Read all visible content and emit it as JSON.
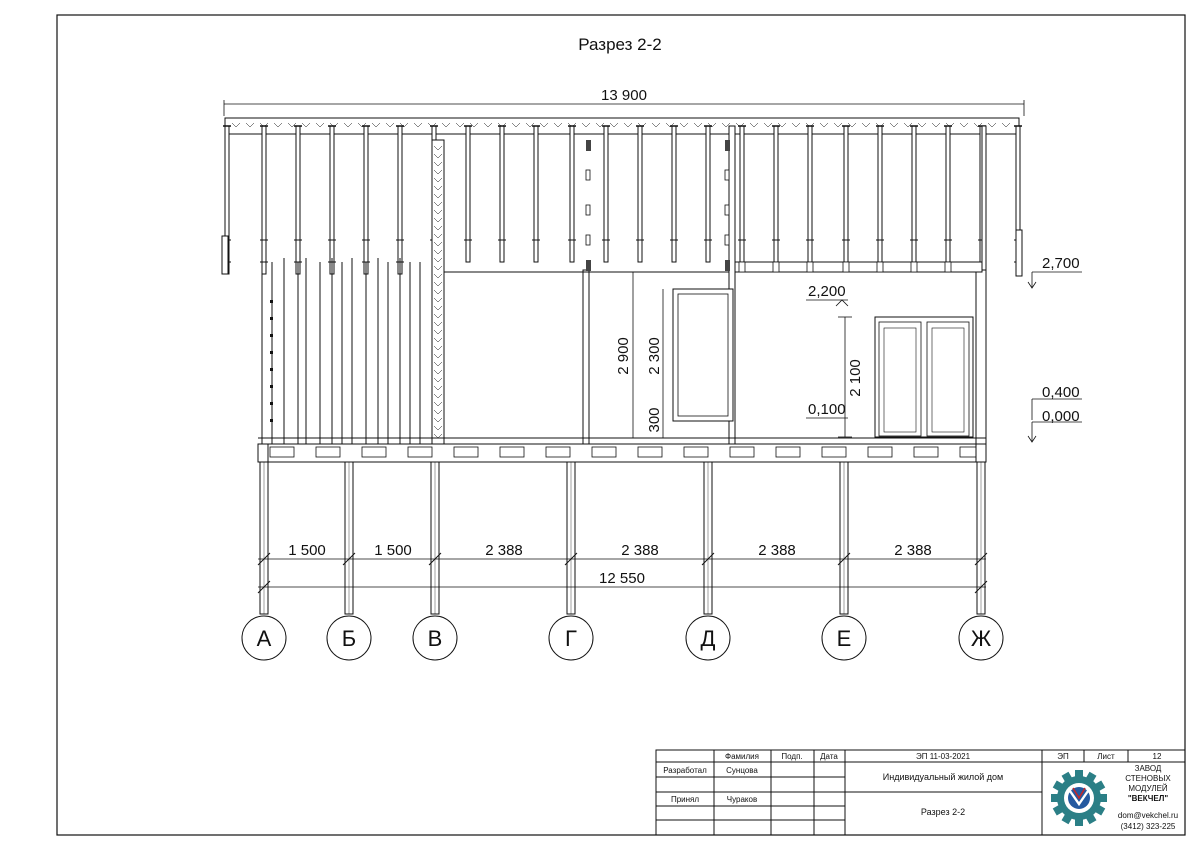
{
  "title": "Разрез 2-2",
  "top_dimension": "13 900",
  "levels": [
    "2,700",
    "0,400",
    "0,000"
  ],
  "room_marks": {
    "height_total": "2 900",
    "window_height": "2 300",
    "sill": "300",
    "door_top": "2,200",
    "door_height": "2 100",
    "door_bottom": "0,100"
  },
  "spans": [
    "1 500",
    "1 500",
    "2 388",
    "2 388",
    "2 388",
    "2 388"
  ],
  "total_span": "12 550",
  "axes": [
    "А",
    "Б",
    "В",
    "Г",
    "Д",
    "Е",
    "Ж"
  ],
  "stamp": {
    "col_surname": "Фамилия",
    "col_sign": "Подп.",
    "col_date": "Дата",
    "doc_code": "ЭП 11-03-2021",
    "stage_label": "ЭП",
    "sheet_label": "Лист",
    "sheet_no": "12",
    "role_developer": "Разработал",
    "developer": "Сунцова",
    "role_accepted": "Принял",
    "accepted": "Чураков",
    "project": "Индивидуальный жилой дом",
    "drawing": "Разрез 2-2",
    "company_line1": "ЗАВОД",
    "company_line2": "СТЕНОВЫХ",
    "company_line3": "МОДУЛЕЙ",
    "company_line4": "\"ВЕКЧЕЛ\"",
    "email": "dom@vekchel.ru",
    "phone": "(3412) 323-225"
  },
  "colors": {
    "line": "#111111",
    "logo_teal": "#2b7f86",
    "logo_blue": "#2459a0",
    "logo_red": "#c2282b"
  }
}
